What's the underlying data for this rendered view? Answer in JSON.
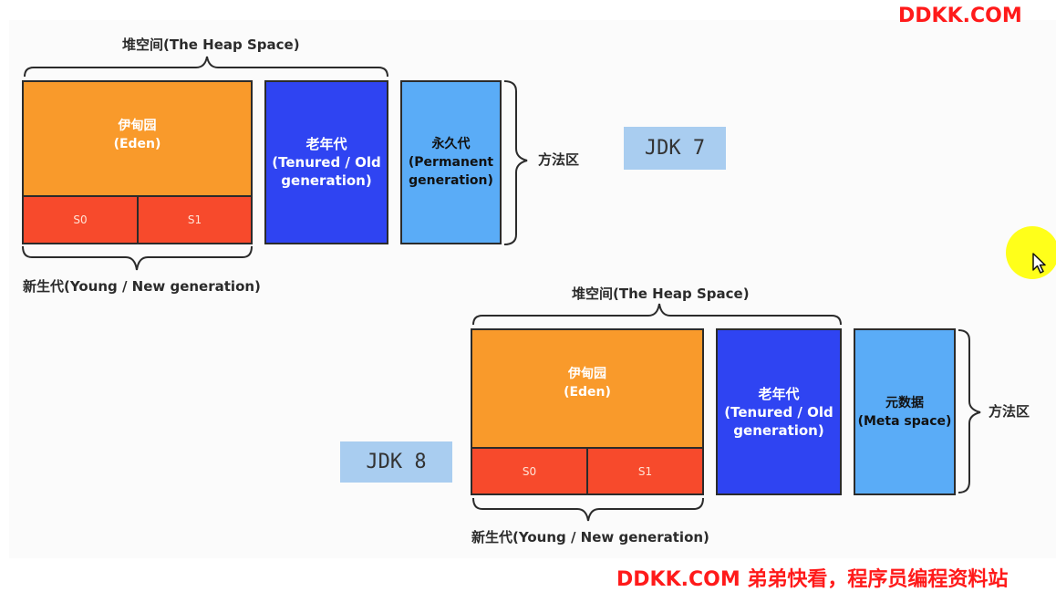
{
  "watermark_top": "DDKK.COM",
  "watermark_bottom": "DDKK.COM 弟弟快看，程序员编程资料站",
  "jdk7": {
    "heap_label": "堆空间(The Heap Space)",
    "eden": [
      "伊甸园",
      "(Eden)"
    ],
    "s0": "S0",
    "s1": "S1",
    "old": [
      "老年代",
      "(Tenured / Old",
      "generation)"
    ],
    "perm": [
      "永久代",
      "(Permanent",
      "generation)"
    ],
    "young_label": "新生代(Young / New generation)",
    "method_area": "方法区",
    "version": "JDK 7"
  },
  "jdk8": {
    "heap_label": "堆空间(The Heap Space)",
    "eden": [
      "伊甸园",
      "(Eden)"
    ],
    "s0": "S0",
    "s1": "S1",
    "old": [
      "老年代",
      "(Tenured / Old",
      "generation)"
    ],
    "meta": [
      "元数据",
      "(Meta space)"
    ],
    "young_label": "新生代(Young / New generation)",
    "method_area": "方法区",
    "version": "JDK 8"
  },
  "colors": {
    "eden": "#f99a2b",
    "survivor": "#f74a2c",
    "old": "#2f44f2",
    "permanent": "#5aacf7",
    "jdk_label": "#a9cdf0",
    "watermark": "#ff1a1a",
    "cursor": "#ffff1a"
  },
  "icons": {
    "cursor": "mouse-pointer-icon"
  }
}
